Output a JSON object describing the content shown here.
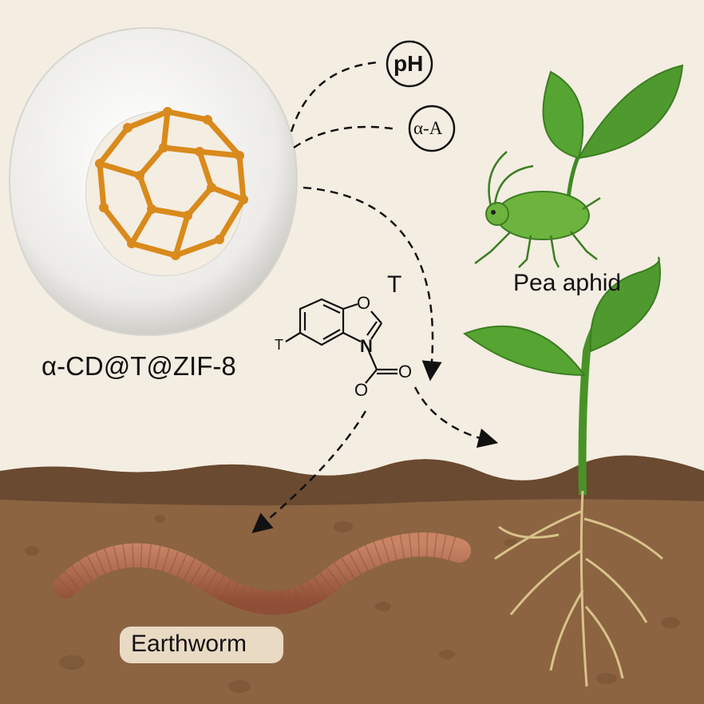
{
  "labels": {
    "ph": "pH",
    "alpha_a": "α-A",
    "compound": "T",
    "nanoparticle": "α-CD@T@ZIF-8",
    "substituent": "T",
    "atom_o_ring": "O",
    "atom_n": "N",
    "atom_o_carbonyl": "O",
    "atom_o_ester": "O",
    "pea_aphid": "Pea aphid",
    "earthworm": "Earthworm"
  },
  "colors": {
    "background": "#f4ede2",
    "soil_top": "#6a4a30",
    "soil": "#8c6442",
    "framework": "#d98a1c",
    "leaf": "#4f9a2e",
    "worm": "#b06a4a"
  }
}
